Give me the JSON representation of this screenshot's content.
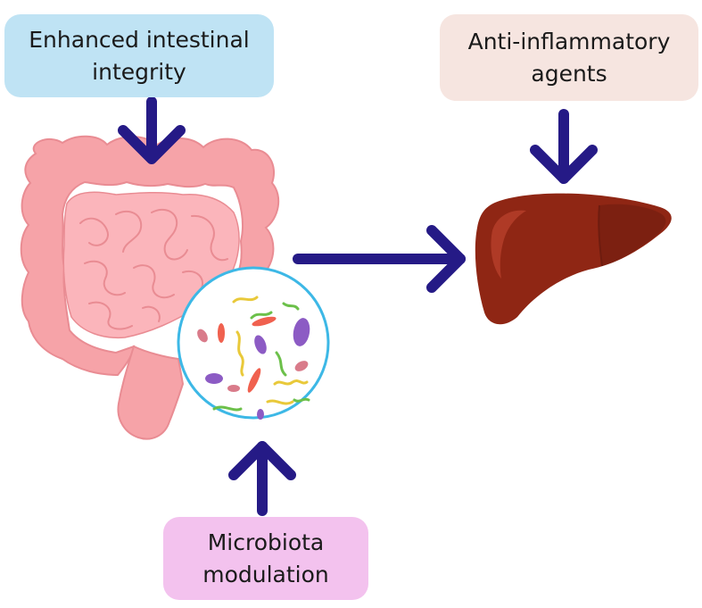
{
  "labels": {
    "intestinal_line1": "Enhanced intestinal",
    "intestinal_line2": "integrity",
    "antiinflam_line1": "Anti-inflammatory",
    "antiinflam_line2": "agents",
    "microbiota_line1": "Microbiota",
    "microbiota_line2": "modulation"
  },
  "colors": {
    "arrow": "#251a86",
    "intestine": "#f6a3a8",
    "intestine_stroke": "#e98c93",
    "small_intestine": "#fbb5bb",
    "liver": "#8f2614",
    "liver_dark": "#6e1c0f",
    "liver_highlight": "#b6402a",
    "circle_stroke": "#3db8e6",
    "box_blue": "#bfe3f4",
    "box_beige": "#f6e5e0",
    "box_pink": "#f3c2ee"
  },
  "icons": [
    "intestine-icon",
    "liver-icon",
    "bacteria-icon"
  ]
}
